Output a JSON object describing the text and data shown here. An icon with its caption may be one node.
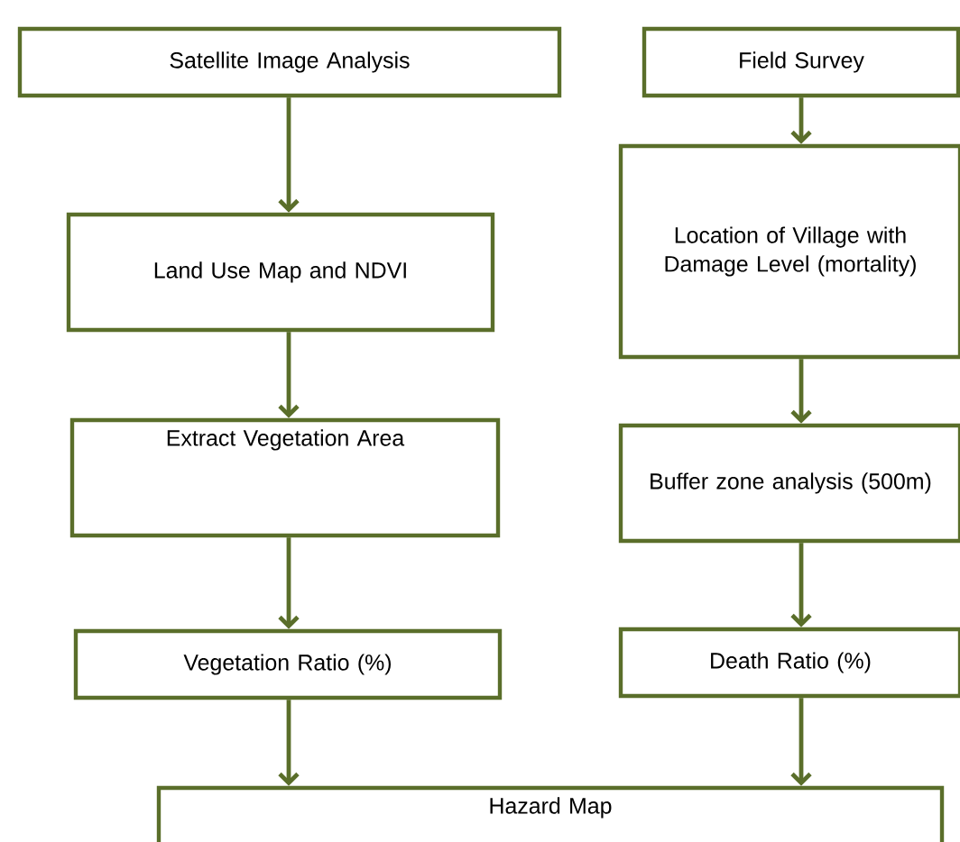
{
  "diagram": {
    "nodes": [
      {
        "text": [
          "Satellite Image Analysis"
        ]
      },
      {
        "text": [
          "Field Survey"
        ]
      },
      {
        "text": [
          "Land Use Map and NDVI"
        ]
      },
      {
        "text": [
          "Location of Village with Damage Level (mortality)"
        ]
      },
      {
        "text": [
          "Extract Vegetation Area"
        ]
      },
      {
        "text": [
          "Buffer zone analysis (500m)"
        ]
      },
      {
        "text": [
          "Vegetation Ratio (%)"
        ]
      },
      {
        "text": [
          "Death Ratio (%)"
        ]
      },
      {
        "text": [
          "Hazard Map"
        ]
      }
    ],
    "edges": [
      {
        "from": 0,
        "to": 2,
        "arrow": "to"
      },
      {
        "from": 2,
        "to": 4,
        "arrow": "to"
      },
      {
        "from": 4,
        "to": 6,
        "arrow": "to"
      },
      {
        "from": 6,
        "to": 8,
        "arrow": "to"
      },
      {
        "from": 1,
        "to": 3,
        "arrow": "to"
      },
      {
        "from": 3,
        "to": 5,
        "arrow": "to"
      },
      {
        "from": 5,
        "to": 7,
        "arrow": "to"
      },
      {
        "from": 7,
        "to": 8,
        "arrow": "to"
      }
    ]
  }
}
